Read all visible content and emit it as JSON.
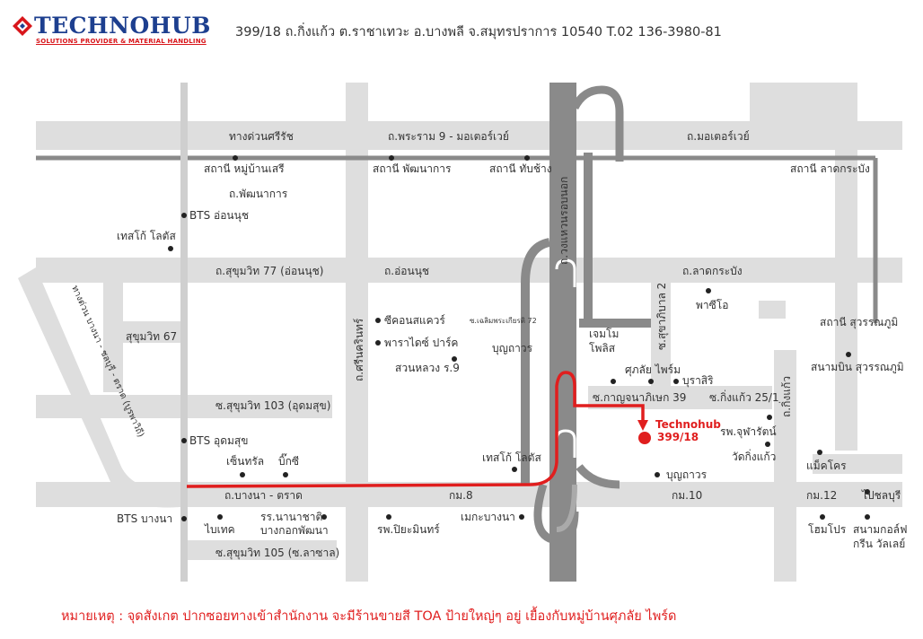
{
  "header": {
    "logo_word": "TECHNOHUB",
    "logo_tagline": "SOLUTIONS PROVIDER & MATERIAL HANDLING",
    "address": "399/18 ถ.กิ่งแก้ว ต.ราชาเทวะ อ.บางพลี จ.สมุทรปราการ 10540 T.02 136-3980-81"
  },
  "colors": {
    "brand_blue": "#1d3f8f",
    "brand_red": "#d8161b",
    "route": "#e01e1e",
    "road": "#dedede",
    "rail": "#8a8a8a"
  },
  "map": {
    "roads": {
      "tollway_srirat": "ทางด่วนศรีรัช",
      "rama9_motorway": "ถ.พระราม 9 - มอเตอร์เวย์",
      "motorway": "ถ.มอเตอร์เวย์",
      "phatthanakan": "ถ.พัฒนาการ",
      "sukhumvit77": "ถ.สุขุมวิท 77 (อ่อนนุช)",
      "onnut": "ถ.อ่อนนุช",
      "latkrabang": "ถ.ลาดกระบัง",
      "sukhumvit67": "สุขุมวิท 67",
      "srinakarin": "ถ.ศรีนครินทร์",
      "chaloem_soi": "ซ.เฉลิมพระเกียรติ 72",
      "outer_ring": "ถ.วงแหวนรอบนอก",
      "sukhapiban2": "ซ.สุขาภิบาล 2",
      "sukhumvit103": "ซ.สุขุมวิท 103 (อุดมสุข)",
      "kanchanaphisek": "ซ.กาญจนาภิเษก 39",
      "kingkaew25": "ซ.กิ่งแก้ว 25/1",
      "kingkaew_road": "ถ.กิ่งแก้ว",
      "bangna_trat": "ถ.บางนา - ตราด",
      "km8": "กม.8",
      "km10": "กม.10",
      "km12": "กม.12",
      "to_chonburi": "ไปชลบุรี",
      "sukhumvit105": "ซ.สุขุมวิท 105 (ซ.ลาซาล)",
      "expressway_diag": "ทางด่วน บางนา - ชลบุรี - ตราด (บูรพาวิถี)"
    },
    "places": {
      "stn_mubansri": "สถานี หมู่บ้านเสรี",
      "stn_phatthanakan": "สถานี พัฒนาการ",
      "stn_thapchang": "สถานี ทับช้าง",
      "stn_latkrabang": "สถานี ลาดกระบัง",
      "bts_onnut": "BTS อ่อนนุช",
      "tesco_lotus1": "เทสโก้ โลตัส",
      "seacon": "ซีคอนสแควร์",
      "paradise": "พาราไดซ์ ปาร์ค",
      "suanluang": "สวนหลวง ร.9",
      "bunthawon1": "บุญถาวร",
      "phaiso": "พาซีโอ",
      "stn_suvarnabhumi": "สถานี สุวรรณภูมิ",
      "suvarnabhumi": "สนามบิน สุวรรณภูมิ",
      "gems_mall": "เจมโม",
      "gems_mall2": "โพลิส",
      "supalai": "ศุภลัย ไพร์ม",
      "burasiri": "บุราสิริ",
      "technohub": "Technohub",
      "technohub_no": "399/18",
      "hosp_chularat": "รพ.จุฬารัตน์",
      "wat_kingkaew": "วัดกิ่งแก้ว",
      "makro": "แม็คโคร",
      "bts_udomsuk": "BTS อุดมสุข",
      "central": "เซ็นทรัล",
      "bigc": "บิ๊กซี",
      "tesco_lotus2": "เทสโก้ โลตัส",
      "bunthawon2": "บุญถาวร",
      "bts_bangna": "BTS บางนา",
      "bitec": "ไบเทค",
      "nanachat": "รร.นานาชาติ",
      "nanachat2": "บางกอกพัฒนา",
      "hosp_piyamin": "รพ.ปิยะมินทร์",
      "mega_bangna": "เมกะบางนา",
      "homepro": "โฮมโปร",
      "golf": "สนามกอล์ฟ",
      "golf2": "กรีน วัลเลย์"
    }
  },
  "note": "หมายเหตุ : จุดสังเกต ปากซอยทางเข้าสำนักงาน จะมีร้านขายสี TOA ป้ายใหญ่ๆ อยู่ เยื้องกับหมู่บ้านศุภลัย ไพร์ด"
}
